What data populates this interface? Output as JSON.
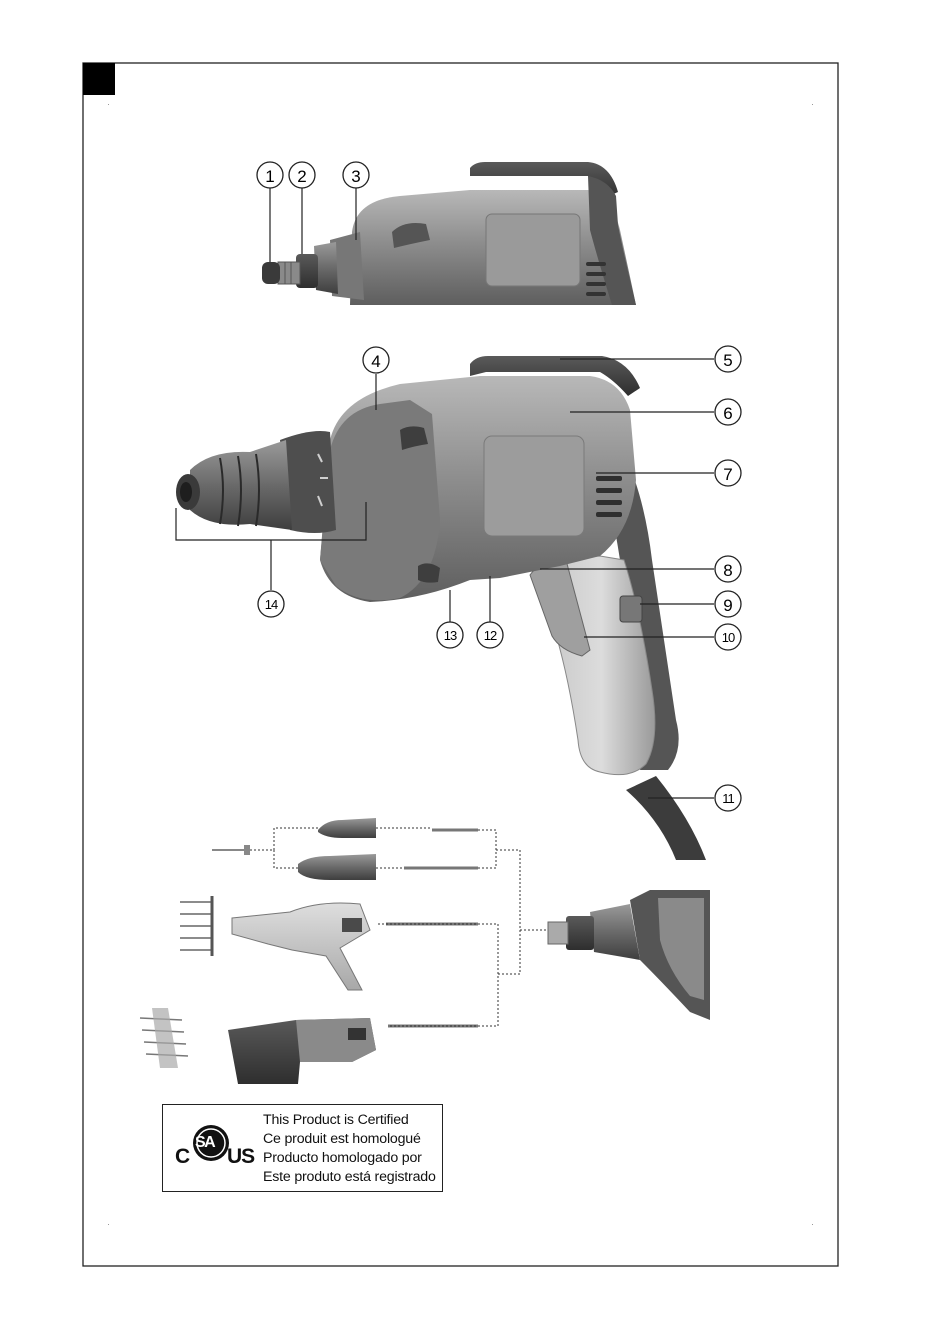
{
  "callouts": [
    "1",
    "2",
    "3",
    "4",
    "5",
    "6",
    "7",
    "8",
    "9",
    "10",
    "11",
    "12",
    "13",
    "14"
  ],
  "certification": {
    "lines": [
      "This Product is Certified",
      "Ce produit est homologué",
      "Producto homologado por",
      "Este produto está registrado"
    ],
    "prefix": "C",
    "suffix": "US",
    "logo_text": "SA"
  },
  "colors": {
    "frame": "#222222",
    "tool_body": "#8f8f8f",
    "tool_dark": "#4a4a4a",
    "tool_light": "#cfcfcf",
    "leader": "#222222"
  }
}
